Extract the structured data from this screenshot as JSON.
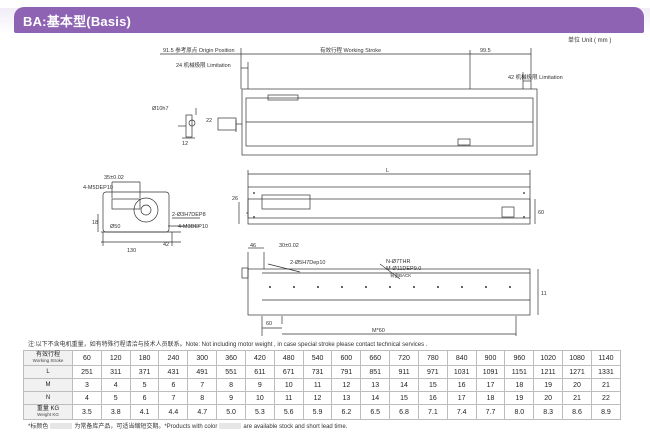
{
  "header": {
    "title": "BA:基本型(Basis)"
  },
  "unit": "单位 Unit ( mm )",
  "dims": {
    "origin_position": "91.5 参考原点 Origin Position",
    "working_stroke": "有效行程 Working Stroke",
    "right_margin": "99.5",
    "left_limitation": "24 机械极限 Limitation",
    "right_limitation": "42 机械极限 Limitation",
    "shaft_dia": "Ø10h7",
    "shaft_len": "22",
    "shaft_small": "12",
    "width_tol": "35±0.02",
    "msdep": "4-M5DEP10",
    "h7dep": "2-Ø3H7DEP8",
    "m3dep": "4-M3DEP10",
    "dim_50": "Ø50",
    "dim_130": "130",
    "dim_18": "18",
    "dim_42": "42",
    "dim_26": "26",
    "dim_60": "60",
    "dim_L": "L",
    "dim_46": "46",
    "dim_30": "30±0.02",
    "h7dep10": "2-Ø5H7Dep10",
    "n_thr": "N-Ø7THR",
    "n_dep": "M-Ø11DEP9.0",
    "back": "背面BACK",
    "dim_M60": "M*60",
    "dim_60b": "60",
    "dim_11": "11"
  },
  "note": "注:以下不含电机重量，如有特殊行程请洽与技术人员联系。Note: Not including motor weight , in case special stroke please contact technical services .",
  "table": {
    "header_cn": "有效行程",
    "header_en": "Working Stroke",
    "strokes": [
      "60",
      "120",
      "180",
      "240",
      "300",
      "360",
      "420",
      "480",
      "540",
      "600",
      "660",
      "720",
      "780",
      "840",
      "900",
      "960",
      "1020",
      "1080",
      "1140"
    ],
    "rows": [
      {
        "label": "L",
        "values": [
          "251",
          "311",
          "371",
          "431",
          "491",
          "551",
          "611",
          "671",
          "731",
          "791",
          "851",
          "911",
          "971",
          "1031",
          "1091",
          "1151",
          "1211",
          "1271",
          "1331"
        ]
      },
      {
        "label": "M",
        "values": [
          "3",
          "4",
          "5",
          "6",
          "7",
          "8",
          "9",
          "10",
          "11",
          "12",
          "13",
          "14",
          "15",
          "16",
          "17",
          "18",
          "19",
          "20",
          "21"
        ]
      },
      {
        "label": "N",
        "values": [
          "4",
          "5",
          "6",
          "7",
          "8",
          "9",
          "10",
          "11",
          "12",
          "13",
          "14",
          "15",
          "16",
          "17",
          "18",
          "19",
          "20",
          "21",
          "22"
        ]
      }
    ],
    "weight_cn": "重量 KG",
    "weight_en": "Weight KG",
    "weights": [
      "3.5",
      "3.8",
      "4.1",
      "4.4",
      "4.7",
      "5.0",
      "5.3",
      "5.6",
      "5.9",
      "6.2",
      "6.5",
      "6.8",
      "7.1",
      "7.4",
      "7.7",
      "8.0",
      "8.3",
      "8.6",
      "8.9"
    ]
  },
  "footer": {
    "left": "*标颜色",
    "middle": "为常备库产品，可适当缩短交期。*Products with color",
    "right": "are available stock and short lead time."
  }
}
